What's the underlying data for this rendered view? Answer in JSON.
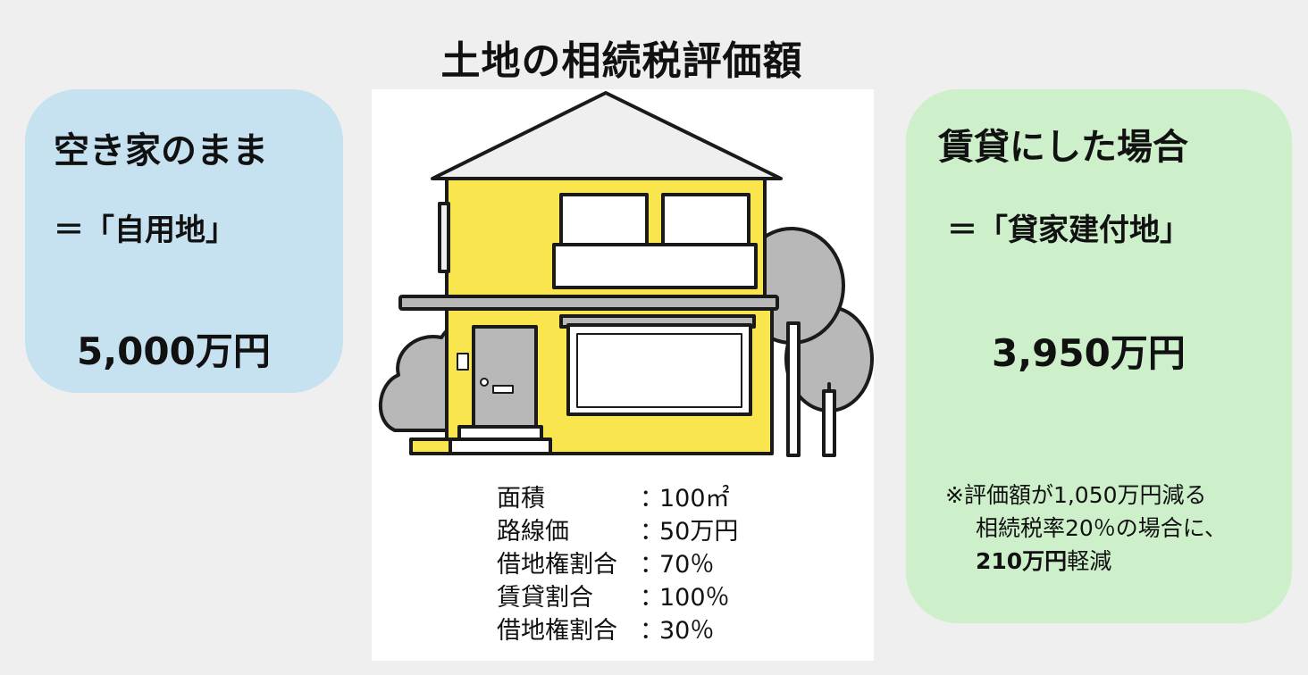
{
  "title": "土地の相続税評価額",
  "left_card": {
    "heading": "空き家のまま",
    "category": "＝「自用地」",
    "value": "5,000万円",
    "color": "#c6e1f0"
  },
  "right_card": {
    "heading": "賃貸にした場合",
    "category": "＝「貸家建付地」",
    "value": "3,950万円",
    "color": "#cdf0cb",
    "note": {
      "line1": "※評価額が1,050万円減る",
      "line2": "相続税率20％の場合に、",
      "line3_bold": "210万円",
      "line3_rest": "軽減"
    }
  },
  "specs": [
    {
      "label": "面積",
      "colon": "：",
      "value": "100㎡"
    },
    {
      "label": "路線価",
      "colon": "：",
      "value": "50万円"
    },
    {
      "label": "借地権割合",
      "colon": "：",
      "value": "70％"
    },
    {
      "label": "賃貸割合",
      "colon": "：",
      "value": "100％"
    },
    {
      "label": "借地権割合",
      "colon": "：",
      "value": "30％"
    }
  ],
  "colors": {
    "house_wall": "#f9e64f",
    "roof": "#efefef",
    "trees": "#b8b8b8",
    "outline": "#1a1a1a"
  }
}
